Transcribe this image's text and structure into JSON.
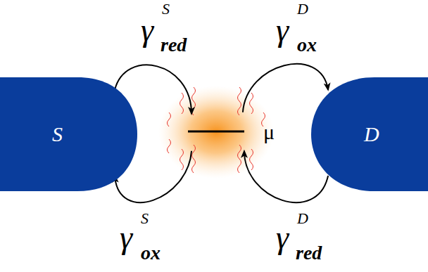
{
  "diagram": {
    "nodes": [
      {
        "text": [
          "S"
        ]
      },
      {
        "text": [
          "μ"
        ]
      },
      {
        "text": [
          "D"
        ]
      }
    ],
    "edges": [
      {
        "from": 0,
        "to": 1,
        "label": "γ",
        "arrow": "to"
      },
      {
        "from": 1,
        "to": 2,
        "label": "γ",
        "arrow": "to"
      },
      {
        "from": 1,
        "to": 0,
        "label": "γ",
        "arrow": "to"
      },
      {
        "from": 2,
        "to": 1,
        "label": "γ",
        "arrow": "to"
      }
    ],
    "labels": [
      "S",
      "red",
      "D",
      "ox",
      "S",
      "ox",
      "D",
      "red"
    ]
  }
}
